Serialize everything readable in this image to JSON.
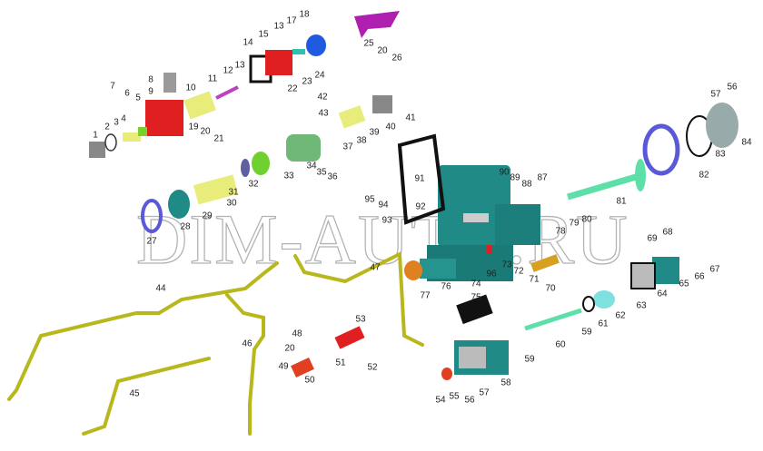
{
  "watermark": "DIM-AUTO.RU",
  "colors": {
    "housing": "#1f8a86",
    "red_parts": "#e02020",
    "springs": "#e8ec7a",
    "tubes": "#b8b81e",
    "cover": "#2f9a7a",
    "rod": "#5de0a8",
    "blue_rings": "#5a5ad8",
    "magenta": "#b020b0",
    "gaskets": "#111111"
  },
  "callouts": [
    "1",
    "2",
    "3",
    "4",
    "5",
    "6",
    "7",
    "8",
    "9",
    "10",
    "11",
    "12",
    "13",
    "14",
    "15",
    "13",
    "17",
    "18",
    "24",
    "23",
    "22",
    "25",
    "20",
    "26",
    "19",
    "20",
    "21",
    "42",
    "43",
    "41",
    "40",
    "39",
    "38",
    "37",
    "34",
    "35",
    "36",
    "33",
    "32",
    "31",
    "30",
    "29",
    "28",
    "27",
    "91",
    "92",
    "93",
    "94",
    "95",
    "90",
    "89",
    "88",
    "87",
    "81",
    "80",
    "79",
    "78",
    "73",
    "72",
    "71",
    "70",
    "96",
    "76",
    "77",
    "74",
    "75",
    "84",
    "83",
    "82",
    "57",
    "56",
    "69",
    "68",
    "67",
    "66",
    "65",
    "64",
    "63",
    "62",
    "61",
    "60",
    "59",
    "59",
    "58",
    "57",
    "56",
    "55",
    "54",
    "44",
    "45",
    "46",
    "47",
    "48",
    "20",
    "49",
    "50",
    "51",
    "52",
    "53"
  ]
}
